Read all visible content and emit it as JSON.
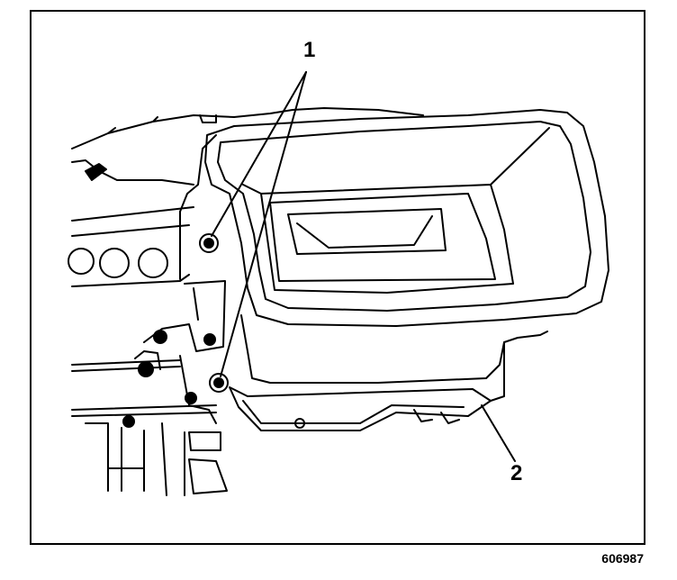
{
  "diagram": {
    "callouts": {
      "one": "1",
      "two": "2"
    },
    "figure_id": "606987"
  }
}
